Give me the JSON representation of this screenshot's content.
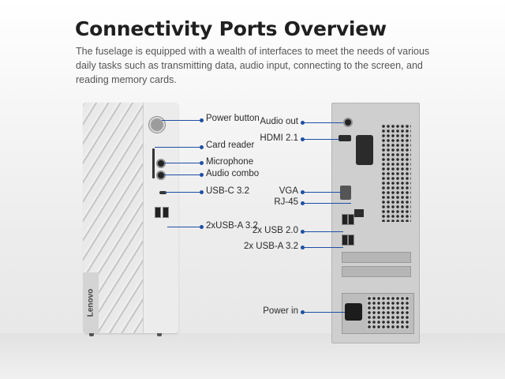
{
  "header": {
    "title": "Connectivity Ports Overview",
    "description": "The fuselage is equipped with a wealth of interfaces to meet the needs of various daily tasks such as transmitting data, audio input, connecting to the screen, and reading memory cards."
  },
  "front": {
    "brand": "Lenovo",
    "labels": [
      "Power button",
      "Card reader",
      "Microphone",
      "Audio combo",
      "USB-C 3.2",
      "2xUSB-A 3.2"
    ]
  },
  "rear": {
    "labels": [
      "Audio out",
      "HDMI 2.1",
      "VGA",
      "RJ-45",
      "2x USB 2.0",
      "2x USB-A 3.2",
      "Power in"
    ]
  },
  "colors": {
    "accent": "#1e4fa3",
    "title": "#1f1f1f",
    "body_text": "#555555"
  },
  "icons": [
    "power-button-icon",
    "card-slot-icon",
    "audio-jack-icon",
    "usb-c-port-icon",
    "usb-a-port-icon",
    "hdmi-port-icon",
    "vga-port-icon",
    "ethernet-port-icon",
    "power-socket-icon"
  ]
}
